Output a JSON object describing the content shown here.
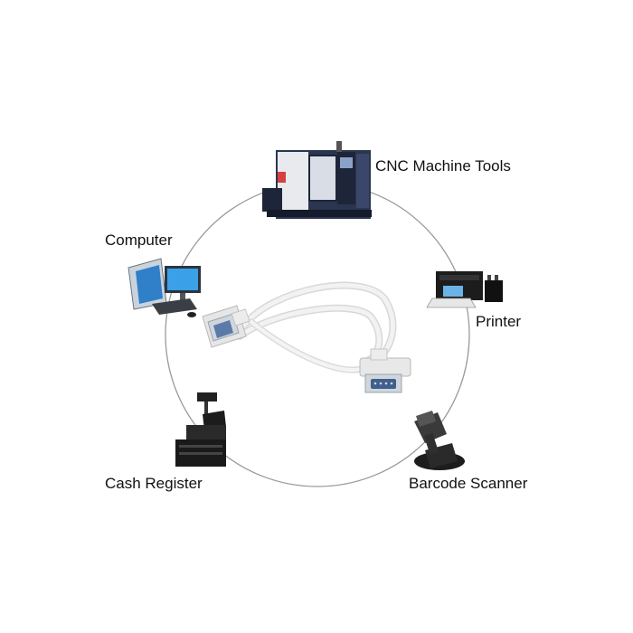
{
  "devices": [
    {
      "id": "cnc",
      "label": "CNC Machine Tools",
      "icon": "cnc-machine-icon"
    },
    {
      "id": "computer",
      "label": "Computer",
      "icon": "computer-icon"
    },
    {
      "id": "printer",
      "label": "Printer",
      "icon": "printer-icon"
    },
    {
      "id": "cash",
      "label": "Cash Register",
      "icon": "cash-register-icon"
    },
    {
      "id": "barcode",
      "label": "Barcode Scanner",
      "icon": "barcode-scanner-icon"
    }
  ],
  "center": {
    "icon": "serial-cable-icon"
  },
  "colors": {
    "ring": "#9a9a9a",
    "cable": "#ececec",
    "connector": "#cfd6dc",
    "machine_dark": "#1e2538"
  }
}
